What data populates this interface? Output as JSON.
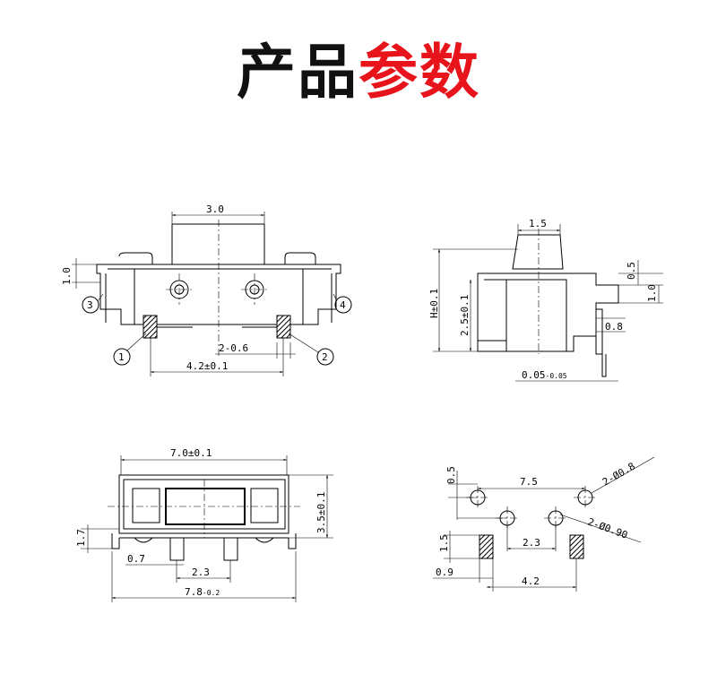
{
  "title": {
    "part1": "产品",
    "part2": "参数"
  },
  "colors": {
    "title_black": "#111111",
    "title_red": "#e8141b",
    "line": "#000000"
  },
  "front_view": {
    "dim_top": "3.0",
    "dim_left": "1.0",
    "dim_pin_gap": "2-0.6",
    "dim_pin_span": "4.2±0.1",
    "callouts": [
      "1",
      "2",
      "3",
      "4"
    ]
  },
  "side_view": {
    "dim_top": "1.5",
    "dim_height": "H±0.1",
    "dim_body": "2.5±0.1",
    "dim_right_top": "0.5",
    "dim_right_mid": "1.0",
    "dim_right_low": "0.8",
    "dim_bottom": "0.05",
    "dim_bottom_tol": "-0.05"
  },
  "top_view": {
    "dim_width": "7.0±0.1",
    "dim_height": "3.5±0.1",
    "dim_left": "1.7",
    "dim_leg": "0.7",
    "dim_pitch": "2.3",
    "dim_total": "7.8",
    "dim_total_tol": "-0.2"
  },
  "pcb_view": {
    "dim_top_left": "0.5",
    "dim_span": "7.5",
    "dim_hole_big": "2-Ø0.8",
    "dim_hole_small": "2-Ø0.90",
    "dim_pitch": "2.3",
    "dim_pad_h": "1.5",
    "dim_pad_w": "0.9",
    "dim_pad_span": "4.2"
  }
}
